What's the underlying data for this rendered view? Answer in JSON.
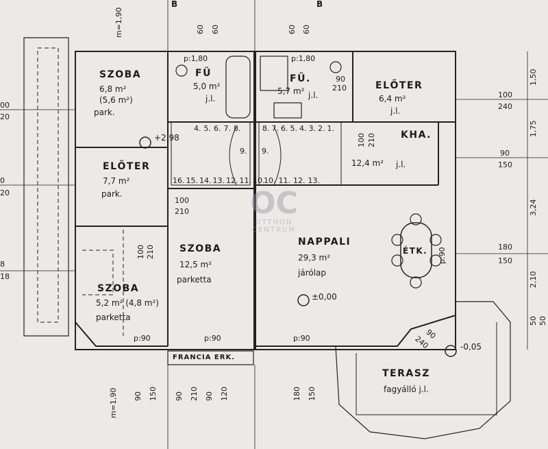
{
  "rooms": {
    "szoba1": {
      "name": "SZOBA",
      "area": "6,8 m²",
      "extra": "(5,6 m²)",
      "floor": "park."
    },
    "fu1": {
      "name": "FÜ",
      "area": "5,0 m²",
      "floor": "j.l."
    },
    "eloter1": {
      "name": "ELŐTER",
      "area": "7,7 m²",
      "floor": "park."
    },
    "szoba2": {
      "name": "SZOBA",
      "area": "5,2 m² (4,8 m²)",
      "floor": "parketta"
    },
    "szoba3": {
      "name": "SZOBA",
      "area": "12,5 m²",
      "floor": "parketta"
    },
    "fu2": {
      "name": "FÜ.",
      "area": "5,7 m²",
      "floor": "j.l."
    },
    "eloter2": {
      "name": "ELŐTER",
      "area": "6,4 m²",
      "floor": "j.l."
    },
    "kha": {
      "name": "KHA.",
      "area": "12,4 m²",
      "floor": "j.l."
    },
    "nappali": {
      "name": "NAPPALI",
      "area": "29,3 m²",
      "floor": "járólap"
    },
    "etk": {
      "name": "ÉTK."
    },
    "terasz": {
      "name": "TERASZ",
      "floor": "fagyálló j.l."
    }
  },
  "levels": {
    "l1": "+2,98",
    "l2": "±0,00",
    "l3": "-0,05"
  },
  "stairs": {
    "left_top": [
      "4.",
      "5.",
      "6.",
      "7.",
      "8."
    ],
    "left_mid": "9.",
    "left_bottom": [
      "16.",
      "15.",
      "14.",
      "13.",
      "12.",
      "11.",
      "10."
    ],
    "right_top": [
      "8.",
      "7.",
      "6.",
      "5.",
      "4.",
      "3.",
      "2.",
      "1."
    ],
    "right_mid": "9.",
    "right_bottom": [
      "10.",
      "11.",
      "12.",
      "13."
    ]
  },
  "labels": {
    "francia": "FRANCIA ERK.",
    "m_top": "m=1,90",
    "m_bottom": "m=1,90",
    "p180a": "p:1,80",
    "p180b": "p:1,80",
    "p90": "p:90",
    "p90_b1": "p:90",
    "p90_b2": "p:90",
    "p90_b3": "p:90",
    "d_100": "100",
    "d_210": "210",
    "d_90": "90",
    "d_210b": "210",
    "d_100b": "100",
    "d_210c": "210",
    "d_100c": "100",
    "d_210d": "210",
    "d_90t": "90",
    "d_240t": "240",
    "letter_b1": "B",
    "letter_b2": "B"
  },
  "top_dims": [
    "60",
    "60",
    "60",
    "60"
  ],
  "bottom_dims": [
    "90",
    "150",
    "90",
    "210",
    "90",
    "120",
    "180",
    "150"
  ],
  "left_dims": [
    "00",
    "20",
    "0",
    "20",
    "8",
    "18"
  ],
  "right_dims": [
    {
      "a": "100",
      "b": "240"
    },
    {
      "a": "90",
      "b": "150"
    },
    {
      "a": "180",
      "b": "150"
    }
  ],
  "side_dims": [
    "1,50",
    "1,75",
    "3,24",
    "2,10",
    "50",
    "50"
  ],
  "watermark": {
    "logo": "OC",
    "line1": "OTTHON",
    "line2": "CENTRUM"
  }
}
